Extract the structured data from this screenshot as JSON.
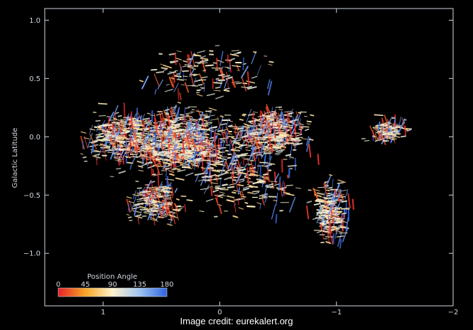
{
  "chart_data": {
    "type": "scatter",
    "title": "",
    "xlabel": "",
    "ylabel": "Galactic Latitude",
    "xlim": [
      1.5,
      -2.0
    ],
    "ylim": [
      -1.45,
      1.1
    ],
    "x_ticks": [
      1,
      0,
      -1,
      -2
    ],
    "x_tick_labels": [
      "1",
      "0",
      "−1",
      "−2"
    ],
    "y_ticks": [
      1.0,
      0.5,
      0.0,
      -0.5,
      -1.0
    ],
    "y_tick_labels": [
      "1.0",
      "0.5",
      "0.0",
      "−0.5",
      "−1.0"
    ],
    "grid": false,
    "background": "#000000",
    "axis_color": "#cfd8e0",
    "colorbar": {
      "title": "Position Angle",
      "ticks": [
        0,
        45,
        90,
        135,
        180
      ],
      "tick_labels": [
        "0",
        "45",
        "90",
        "135",
        "180"
      ],
      "colors": [
        "#e8202a",
        "#f5a623",
        "#fff2cc",
        "#9ec3f0",
        "#2f62e0"
      ],
      "placement": "bottom-left"
    },
    "regions": [
      {
        "x": 0.35,
        "y": -0.05,
        "sx": 0.55,
        "sy": 0.32,
        "n": 900
      },
      {
        "x": 0.85,
        "y": 0.0,
        "sx": 0.35,
        "sy": 0.25,
        "n": 350
      },
      {
        "x": -0.45,
        "y": 0.05,
        "sx": 0.35,
        "sy": 0.22,
        "n": 380
      },
      {
        "x": -0.95,
        "y": -0.65,
        "sx": 0.18,
        "sy": 0.3,
        "n": 260
      },
      {
        "x": 0.55,
        "y": -0.55,
        "sx": 0.25,
        "sy": 0.2,
        "n": 220
      },
      {
        "x": -1.45,
        "y": 0.05,
        "sx": 0.2,
        "sy": 0.12,
        "n": 120
      },
      {
        "x": 0.1,
        "y": 0.55,
        "sx": 0.6,
        "sy": 0.25,
        "n": 160
      },
      {
        "x": -0.2,
        "y": -0.3,
        "sx": 0.6,
        "sy": 0.45,
        "n": 300
      }
    ]
  },
  "credit": "Image credit: eurekalert.org"
}
